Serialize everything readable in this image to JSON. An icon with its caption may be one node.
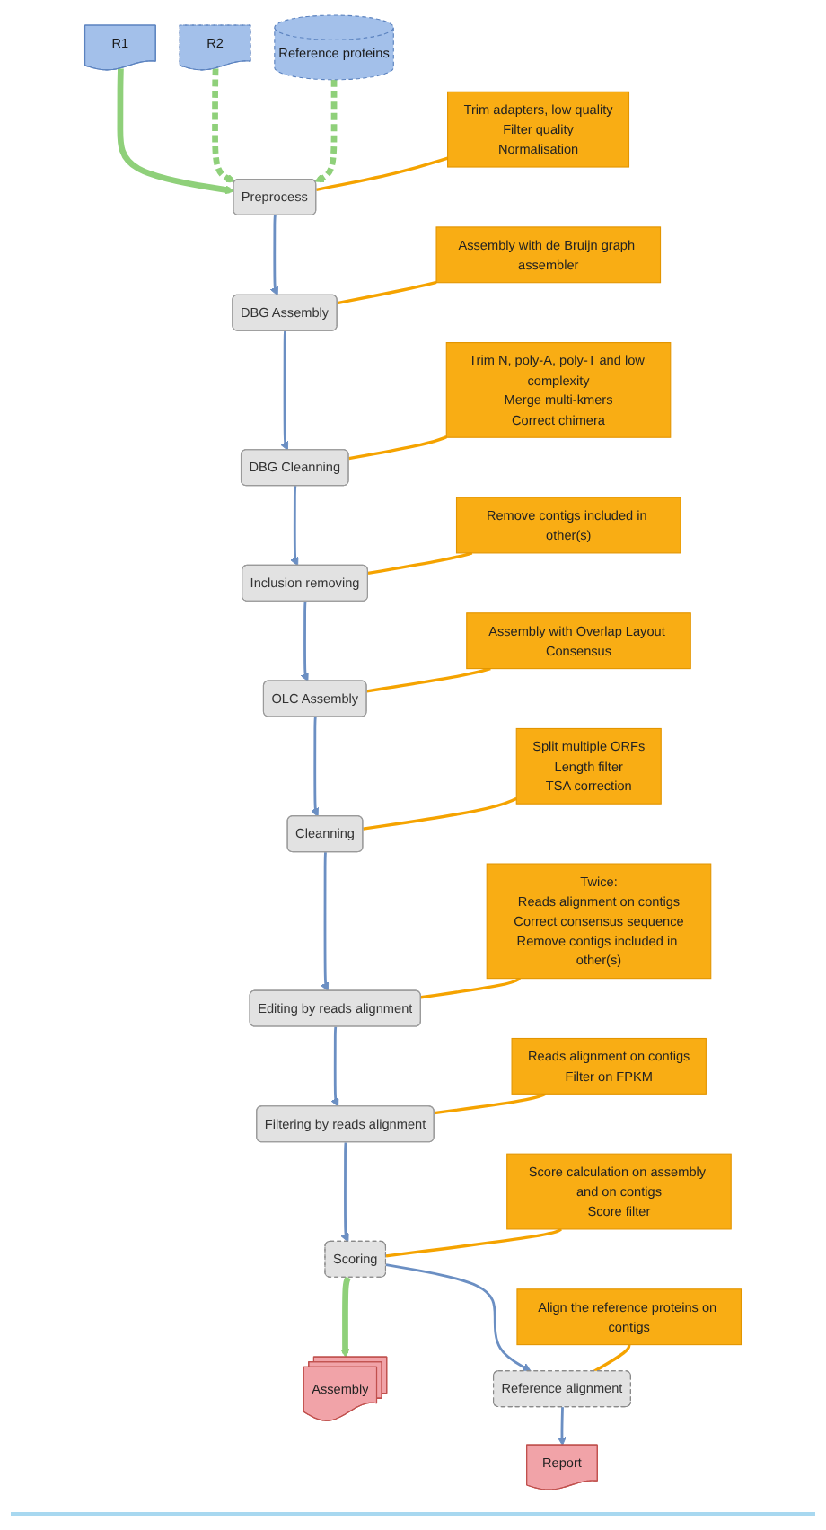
{
  "diagram": {
    "nodes": [
      {
        "text": [
          "R1"
        ]
      },
      {
        "text": [
          "R2"
        ]
      },
      {
        "text": [
          "Reference proteins"
        ]
      },
      {
        "text": [
          "Preprocess"
        ]
      },
      {
        "text": [
          "Trim adapters, low quality",
          "Filter quality",
          "Normalisation"
        ]
      },
      {
        "text": [
          "DBG Assembly"
        ]
      },
      {
        "text": [
          "Assembly with de Bruijn graph assembler"
        ]
      },
      {
        "text": [
          "DBG Cleanning"
        ]
      },
      {
        "text": [
          "Trim N, poly-A, poly-T and low complexity",
          "Merge multi-kmers",
          "Correct chimera"
        ]
      },
      {
        "text": [
          "Inclusion removing"
        ]
      },
      {
        "text": [
          "Remove contigs included in other(s)"
        ]
      },
      {
        "text": [
          "OLC Assembly"
        ]
      },
      {
        "text": [
          "Assembly with Overlap Layout Consensus"
        ]
      },
      {
        "text": [
          "Cleanning"
        ]
      },
      {
        "text": [
          "Split multiple ORFs",
          "Length filter",
          "TSA correction"
        ]
      },
      {
        "text": [
          "Editing by reads alignment"
        ]
      },
      {
        "text": [
          "Twice:",
          "Reads alignment on contigs",
          "Correct consensus sequence",
          "Remove contigs included in other(s)"
        ]
      },
      {
        "text": [
          "Filtering by reads alignment"
        ]
      },
      {
        "text": [
          "Reads alignment on contigs",
          "Filter on FPKM"
        ]
      },
      {
        "text": [
          "Scoring"
        ]
      },
      {
        "text": [
          "Score calculation on assembly and on contigs",
          "Score filter"
        ]
      },
      {
        "text": [
          "Assembly"
        ]
      },
      {
        "text": [
          "Reference alignment"
        ]
      },
      {
        "text": [
          "Align the reference proteins on contigs"
        ]
      },
      {
        "text": [
          "Report"
        ]
      }
    ],
    "edges": [
      {
        "from": 0,
        "to": 3,
        "arrow": "to",
        "style": "thick",
        "color": "#8fd07a"
      },
      {
        "from": 1,
        "to": 3,
        "arrow": "to",
        "style": "dashed",
        "color": "#8fd07a"
      },
      {
        "from": 2,
        "to": 3,
        "arrow": "to",
        "style": "dashed",
        "color": "#8fd07a"
      },
      {
        "from": 4,
        "to": 3,
        "arrow": "none"
      },
      {
        "from": 3,
        "to": 5,
        "arrow": "to",
        "color": "#6b8fc3"
      },
      {
        "from": 6,
        "to": 5,
        "arrow": "none"
      },
      {
        "from": 5,
        "to": 7,
        "arrow": "to",
        "color": "#6b8fc3"
      },
      {
        "from": 8,
        "to": 7,
        "arrow": "none"
      },
      {
        "from": 7,
        "to": 9,
        "arrow": "to",
        "color": "#6b8fc3"
      },
      {
        "from": 10,
        "to": 9,
        "arrow": "none"
      },
      {
        "from": 9,
        "to": 11,
        "arrow": "to",
        "color": "#6b8fc3"
      },
      {
        "from": 12,
        "to": 11,
        "arrow": "none"
      },
      {
        "from": 11,
        "to": 13,
        "arrow": "to",
        "color": "#6b8fc3"
      },
      {
        "from": 14,
        "to": 13,
        "arrow": "none"
      },
      {
        "from": 13,
        "to": 15,
        "arrow": "to",
        "color": "#6b8fc3"
      },
      {
        "from": 16,
        "to": 15,
        "arrow": "none"
      },
      {
        "from": 15,
        "to": 17,
        "arrow": "to",
        "color": "#6b8fc3"
      },
      {
        "from": 18,
        "to": 17,
        "arrow": "none"
      },
      {
        "from": 17,
        "to": 19,
        "arrow": "to",
        "color": "#6b8fc3"
      },
      {
        "from": 20,
        "to": 19,
        "arrow": "none"
      },
      {
        "from": 19,
        "to": 21,
        "arrow": "to",
        "style": "thick",
        "color": "#8fd07a"
      },
      {
        "from": 19,
        "to": 22,
        "arrow": "to",
        "color": "#6b8fc3"
      },
      {
        "from": 23,
        "to": 22,
        "arrow": "none"
      },
      {
        "from": 22,
        "to": 24,
        "arrow": "to",
        "color": "#6b8fc3"
      }
    ]
  }
}
